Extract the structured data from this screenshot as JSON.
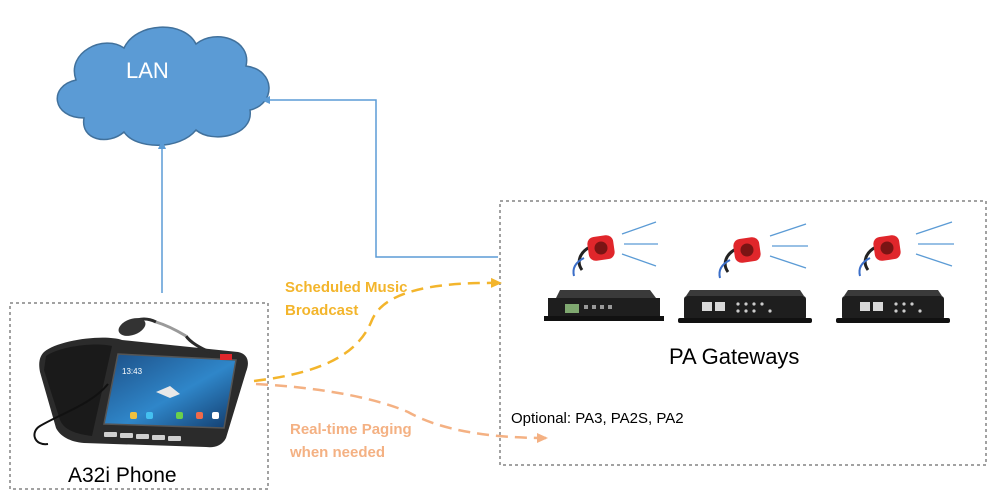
{
  "diagram": {
    "cloud_label": "LAN",
    "phone_label": "A32i Phone",
    "gateways_label": "PA Gateways",
    "optional_label": "Optional: PA3, PA2S, PA2",
    "flow_scheduled": {
      "line1": "Scheduled Music",
      "line2": "Broadcast"
    },
    "flow_paging": {
      "line1": "Real-time Paging",
      "line2": "when needed"
    }
  },
  "colors": {
    "cloud_fill": "#5b9bd5",
    "link_line": "#5b9bd5",
    "scheduled_flow": "#f3b52c",
    "paging_flow": "#f4b183",
    "speaker_red": "#e0262b"
  },
  "icons": [
    "cloud-icon",
    "desk-phone-icon",
    "speaker-icon",
    "gateway-device-icon",
    "sound-wave-icon"
  ]
}
